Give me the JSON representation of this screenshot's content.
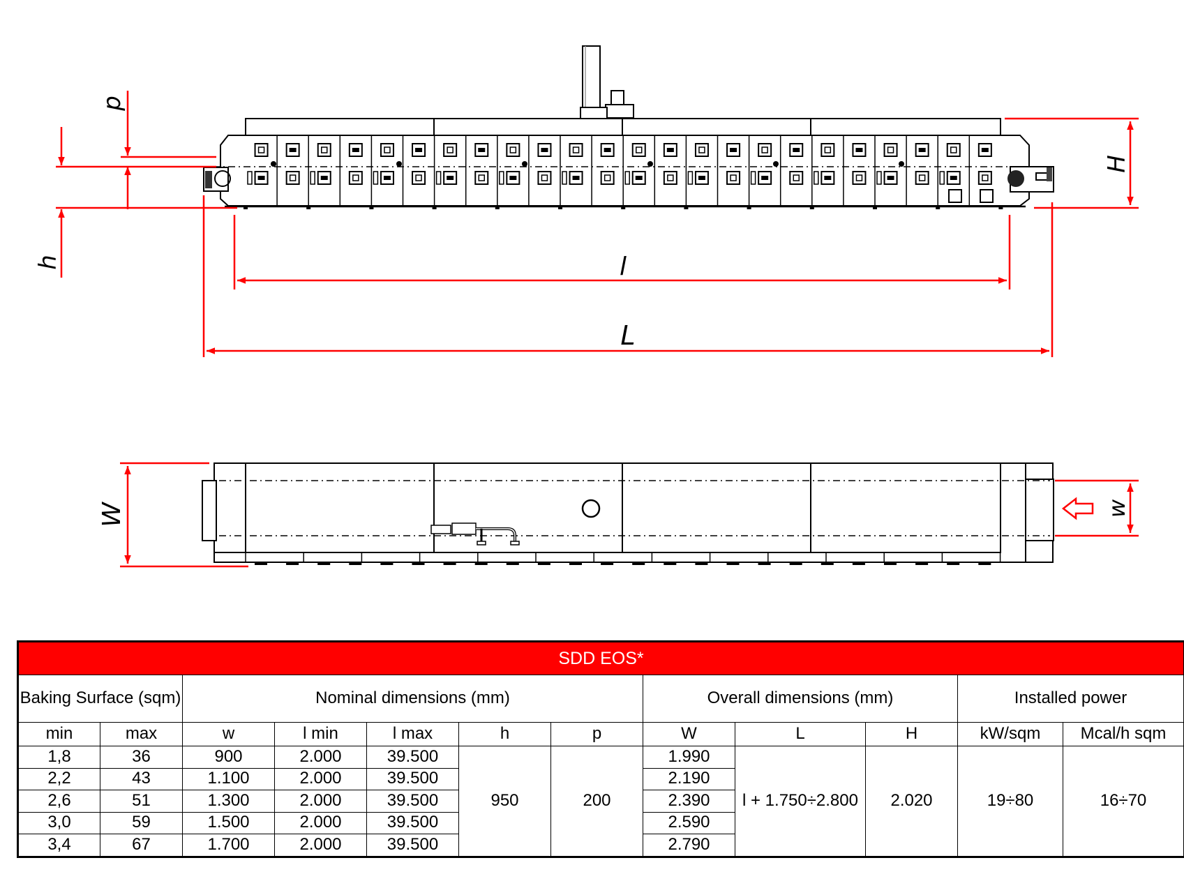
{
  "dimensions": {
    "p": "p",
    "h": "h",
    "H": "H",
    "l": "l",
    "L": "L",
    "W": "W",
    "w": "w"
  },
  "colors": {
    "dimension": "#ff0000",
    "outline": "#000000",
    "header_bg": "#ff0000",
    "header_text": "#ffffff"
  },
  "table": {
    "title": "SDD EOS*",
    "groups": {
      "baking": "Baking Surface (sqm)",
      "nominal": "Nominal dimensions (mm)",
      "overall": "Overall dimensions (mm)",
      "power": "Installed power"
    },
    "columns": [
      "min",
      "max",
      "w",
      "l min",
      "l max",
      "h",
      "p",
      "W",
      "L",
      "H",
      "kW/sqm",
      "Mcal/h sqm"
    ],
    "rows": [
      [
        "1,8",
        "36",
        "900",
        "2.000",
        "39.500",
        "1.990"
      ],
      [
        "2,2",
        "43",
        "1.100",
        "2.000",
        "39.500",
        "2.190"
      ],
      [
        "2,6",
        "51",
        "1.300",
        "2.000",
        "39.500",
        "2.390"
      ],
      [
        "3,0",
        "59",
        "1.500",
        "2.000",
        "39.500",
        "2.590"
      ],
      [
        "3,4",
        "67",
        "1.700",
        "2.000",
        "39.500",
        "2.790"
      ]
    ],
    "shared": {
      "h": "950",
      "p": "200",
      "L": "l + 1.750÷2.800",
      "H": "2.020",
      "kw": "19÷80",
      "mcal": "16÷70"
    }
  }
}
